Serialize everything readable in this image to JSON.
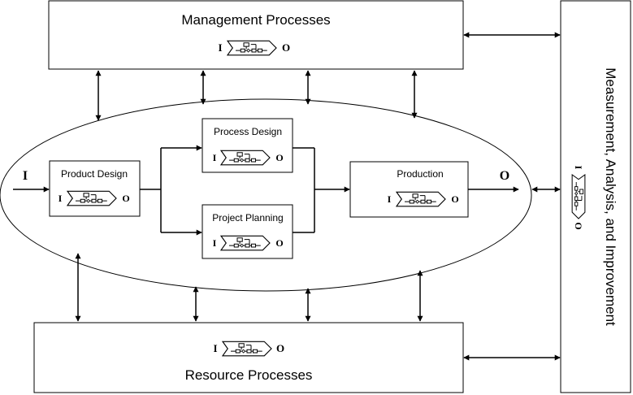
{
  "management": {
    "label": "Management Processes"
  },
  "resource": {
    "label": "Resource Processes"
  },
  "measurement": {
    "label": "Measurement, Analysis, and Improvement"
  },
  "product_design": {
    "label": "Product Design"
  },
  "process_design": {
    "label": "Process Design"
  },
  "project_planning": {
    "label": "Project Planning"
  },
  "production": {
    "label": "Production"
  },
  "io": {
    "input": "I",
    "output": "O"
  }
}
